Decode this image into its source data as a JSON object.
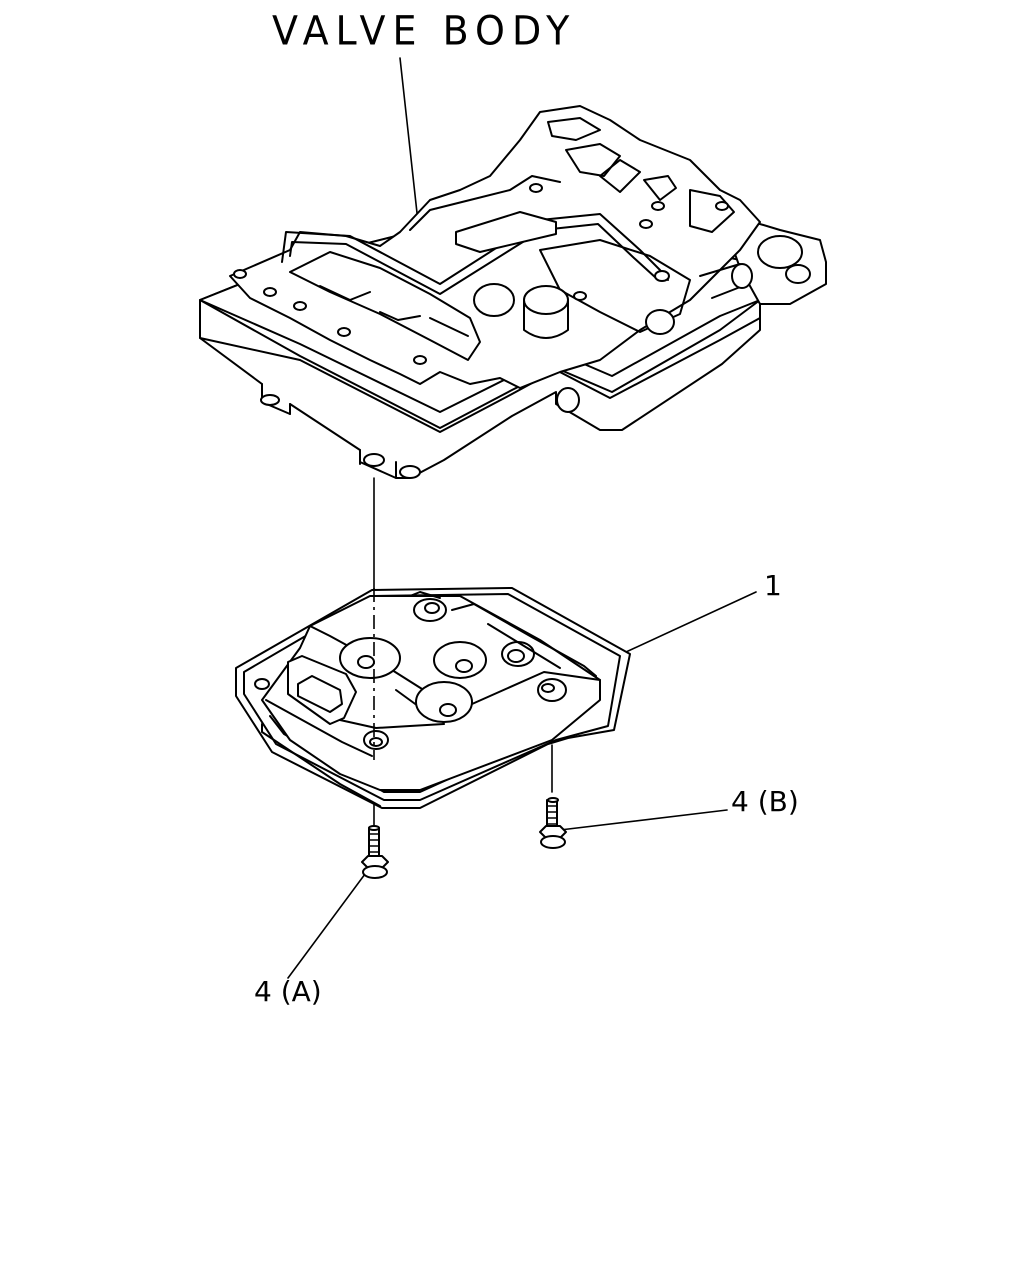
{
  "labels": {
    "assembly": "VALVE BODY",
    "part_1": "1",
    "part_4b": "4 (B)",
    "part_4a": "4 (A)"
  },
  "colors": {
    "line": "#000000",
    "background": "#ffffff"
  }
}
